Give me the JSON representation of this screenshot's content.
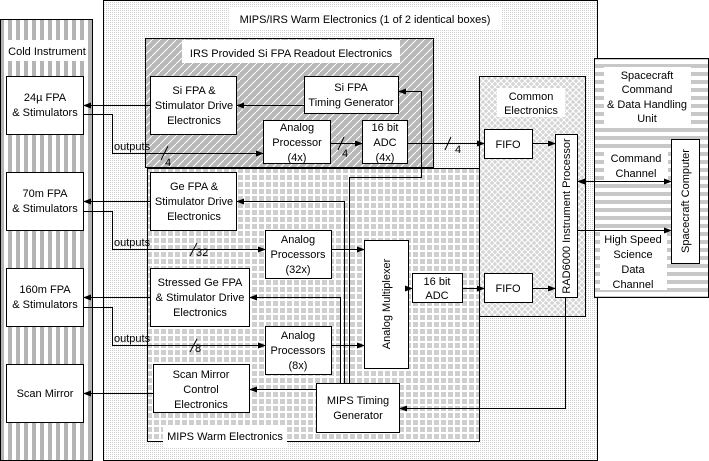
{
  "colors": {
    "stripe": "#b4b4b4",
    "hatch_bg": "#c0c0c0",
    "grid": "#c8c8c8",
    "dots": "#d8d8d8",
    "line": "#000000"
  },
  "cold": {
    "title": "Cold Instrument",
    "fpa24": [
      "24µ FPA",
      "& Stimulators"
    ],
    "fpa70": [
      "70m  FPA",
      "& Stimulators"
    ],
    "fpa160": [
      "160m  FPA",
      "& Stimulators"
    ],
    "scan_mirror": "Scan Mirror"
  },
  "warm": {
    "title": "MIPS/IRS Warm Electronics (1 of 2 identical boxes)",
    "irs": {
      "title": "IRS Provided Si FPA Readout Electronics",
      "si_drive": [
        "Si FPA &",
        "Stimulator Drive",
        "Electronics"
      ],
      "si_timing": [
        "Si FPA",
        "Timing Generator"
      ],
      "analog": [
        "Analog",
        "Processor",
        "(4x)"
      ],
      "adc": [
        "16 bit",
        "ADC",
        "(4x)"
      ]
    },
    "mips": {
      "title": "MIPS Warm Electronics",
      "ge_drive": [
        "Ge FPA &",
        "Stimulator Drive",
        "Electronics"
      ],
      "stressed_drive": [
        "Stressed Ge FPA",
        "& Stimulator Drive",
        "Electronics"
      ],
      "scan_control": [
        "Scan Mirror",
        "Control",
        "Electronics"
      ],
      "analog32": [
        "Analog",
        "Processors",
        "(32x)"
      ],
      "analog8": [
        "Analog",
        "Processors",
        "(8x)"
      ],
      "mux": "Analog Multiplexer",
      "adc": [
        "16 bit",
        "ADC"
      ],
      "timing": [
        "MIPS Timing",
        "Generator"
      ]
    },
    "outputs_label": "outputs",
    "bus": {
      "w4": "4",
      "w32": "32",
      "w8": "8"
    }
  },
  "common": {
    "title": [
      "Common",
      "Electronics"
    ],
    "fifo": "FIFO",
    "processor": "RAD6000 Instrument Processor"
  },
  "spacecraft": {
    "title": [
      "Spacecraft",
      "Command",
      "& Data Handling",
      "Unit"
    ],
    "command_channel": [
      "Command",
      "Channel"
    ],
    "science_channel": [
      "High Speed",
      "Science",
      "Data",
      "Channel"
    ],
    "computer": "Spacecraft Computer"
  }
}
